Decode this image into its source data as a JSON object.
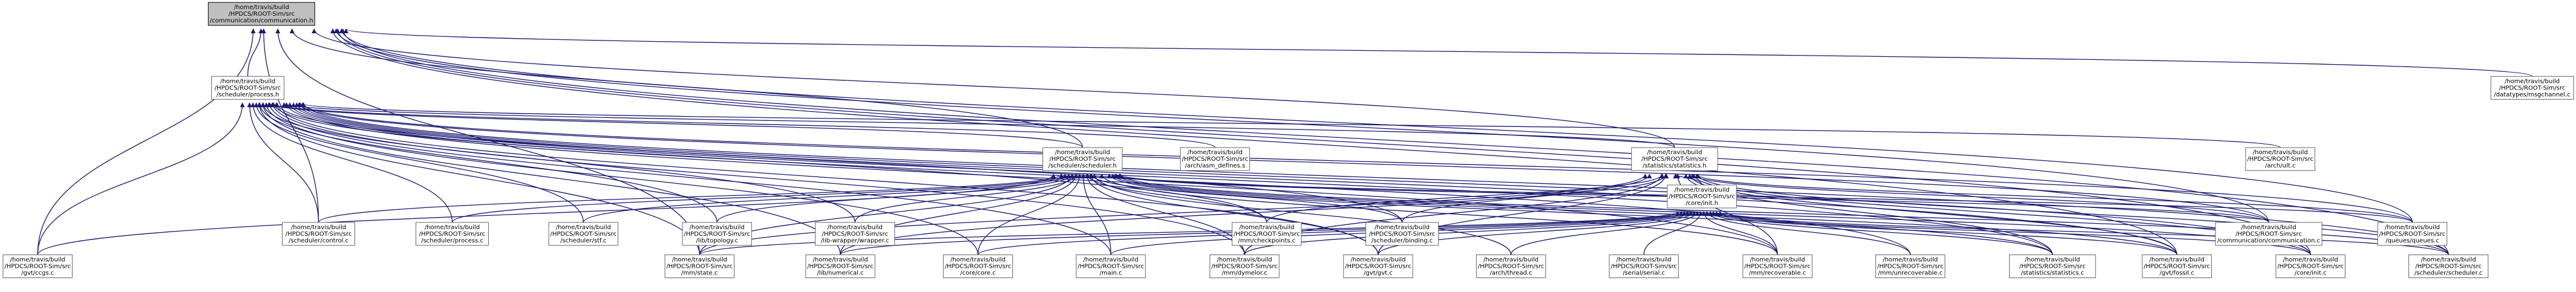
{
  "diagram": {
    "title": "",
    "edge_color": "#191970",
    "node_fill": "#ffffff",
    "root_fill": "#bfbfbf",
    "nodes": [
      {
        "id": "comm_h",
        "root": true,
        "lines": [
          "/home/travis/build",
          "/HPDCS/ROOT-Sim/src",
          "/communication/communication.h"
        ]
      },
      {
        "id": "process_h",
        "lines": [
          "/home/travis/build",
          "/HPDCS/ROOT-Sim/src",
          "/scheduler/process.h"
        ]
      },
      {
        "id": "msgchannel_c",
        "lines": [
          "/home/travis/build",
          "/HPDCS/ROOT-Sim/src",
          "/datatypes/msgchannel.c"
        ]
      },
      {
        "id": "scheduler_h",
        "lines": [
          "/home/travis/build",
          "/HPDCS/ROOT-Sim/src",
          "/scheduler/scheduler.h"
        ]
      },
      {
        "id": "arch_asm_defines",
        "lines": [
          "/home/travis/build",
          "/HPDCS/ROOT-Sim/src",
          "/arch/asm_defines.s"
        ]
      },
      {
        "id": "statistics_h",
        "lines": [
          "/home/travis/build",
          "/HPDCS/ROOT-Sim/src",
          "/statistics/statistics.h"
        ]
      },
      {
        "id": "ult_c",
        "lines": [
          "/home/travis/build",
          "/HPDCS/ROOT-Sim/src",
          "/arch/ult.c"
        ]
      },
      {
        "id": "control_c",
        "lines": [
          "/home/travis/build",
          "/HPDCS/ROOT-Sim/src",
          "/scheduler/control.c"
        ]
      },
      {
        "id": "process_c",
        "lines": [
          "/home/travis/build",
          "/HPDCS/ROOT-Sim/src",
          "/scheduler/process.c"
        ]
      },
      {
        "id": "stf_c",
        "lines": [
          "/home/travis/build",
          "/HPDCS/ROOT-Sim/src",
          "/scheduler/stf.c"
        ]
      },
      {
        "id": "topology_c",
        "lines": [
          "/home/travis/build",
          "/HPDCS/ROOT-Sim/src",
          "/lib/topology.c"
        ]
      },
      {
        "id": "wrapper_c",
        "lines": [
          "/home/travis/build",
          "/HPDCS/ROOT-Sim/src",
          "/lib-wrapper/wrapper.c"
        ]
      },
      {
        "id": "checkpoints_c",
        "lines": [
          "/home/travis/build",
          "/HPDCS/ROOT-Sim/src",
          "/mm/checkpoints.c"
        ]
      },
      {
        "id": "binding_c",
        "lines": [
          "/home/travis/build",
          "/HPDCS/ROOT-Sim/src",
          "/scheduler/binding.c"
        ]
      },
      {
        "id": "core_h",
        "lines": [
          "/home/travis/build",
          "/HPDCS/ROOT-Sim/src",
          "/core/init.h"
        ]
      },
      {
        "id": "communication_c",
        "lines": [
          "/home/travis/build",
          "/HPDCS/ROOT-Sim/src",
          "/communication/communication.c"
        ]
      },
      {
        "id": "queues_c",
        "lines": [
          "/home/travis/build",
          "/HPDCS/ROOT-Sim/src",
          "/queues/queues.c"
        ]
      },
      {
        "id": "ccgs_c",
        "lines": [
          "/home/travis/build",
          "/HPDCS/ROOT-Sim/src",
          "/gvt/ccgs.c"
        ]
      },
      {
        "id": "state_c",
        "lines": [
          "/home/travis/build",
          "/HPDCS/ROOT-Sim/src",
          "/mm/state.c"
        ]
      },
      {
        "id": "numerical_c",
        "lines": [
          "/home/travis/build",
          "/HPDCS/ROOT-Sim/src",
          "/lib/numerical.c"
        ]
      },
      {
        "id": "core_c",
        "lines": [
          "/home/travis/build",
          "/HPDCS/ROOT-Sim/src",
          "/core/core.c"
        ]
      },
      {
        "id": "main_c",
        "lines": [
          "/home/travis/build",
          "/HPDCS/ROOT-Sim/src",
          "/main.c"
        ]
      },
      {
        "id": "dymelor_c",
        "lines": [
          "/home/travis/build",
          "/HPDCS/ROOT-Sim/src",
          "/mm/dymelor.c"
        ]
      },
      {
        "id": "gvt_c",
        "lines": [
          "/home/travis/build",
          "/HPDCS/ROOT-Sim/src",
          "/gvt/gvt.c"
        ]
      },
      {
        "id": "thread_c",
        "lines": [
          "/home/travis/build",
          "/HPDCS/ROOT-Sim/src",
          "/arch/thread.c"
        ]
      },
      {
        "id": "serial_c",
        "lines": [
          "/home/travis/build",
          "/HPDCS/ROOT-Sim/src",
          "/serial/serial.c"
        ]
      },
      {
        "id": "recoverable_c",
        "lines": [
          "/home/travis/build",
          "/HPDCS/ROOT-Sim/src",
          "/mm/recoverable.c"
        ]
      },
      {
        "id": "unrecoverable_c",
        "lines": [
          "/home/travis/build",
          "/HPDCS/ROOT-Sim/src",
          "/mm/unrecoverable.c"
        ]
      },
      {
        "id": "statistics_c",
        "lines": [
          "/home/travis/build",
          "/HPDCS/ROOT-Sim/src",
          "/statistics/statistics.c"
        ]
      },
      {
        "id": "fossil_c",
        "lines": [
          "/home/travis/build",
          "/HPDCS/ROOT-Sim/src",
          "/gvt/fossil.c"
        ]
      },
      {
        "id": "init_c",
        "lines": [
          "/home/travis/build",
          "/HPDCS/ROOT-Sim/src",
          "/core/init.c"
        ]
      },
      {
        "id": "scheduler_c",
        "lines": [
          "/home/travis/build",
          "/HPDCS/ROOT-Sim/src",
          "/scheduler/scheduler.c"
        ]
      }
    ],
    "edges": [
      [
        "process_h",
        "comm_h"
      ],
      [
        "msgchannel_c",
        "comm_h"
      ],
      [
        "scheduler_h",
        "comm_h"
      ],
      [
        "statistics_h",
        "comm_h"
      ],
      [
        "ccgs_c",
        "comm_h"
      ],
      [
        "state_c",
        "comm_h"
      ],
      [
        "control_c",
        "comm_h"
      ],
      [
        "communication_c",
        "comm_h"
      ],
      [
        "queues_c",
        "comm_h"
      ],
      [
        "init_c",
        "comm_h"
      ],
      [
        "scheduler_c",
        "comm_h"
      ],
      [
        "fossil_c",
        "comm_h"
      ],
      [
        "scheduler_h",
        "process_h"
      ],
      [
        "arch_asm_defines",
        "process_h"
      ],
      [
        "statistics_h",
        "process_h"
      ],
      [
        "ult_c",
        "process_h"
      ],
      [
        "control_c",
        "process_h"
      ],
      [
        "process_c",
        "process_h"
      ],
      [
        "stf_c",
        "process_h"
      ],
      [
        "topology_c",
        "process_h"
      ],
      [
        "wrapper_c",
        "process_h"
      ],
      [
        "checkpoints_c",
        "process_h"
      ],
      [
        "binding_c",
        "process_h"
      ],
      [
        "communication_c",
        "process_h"
      ],
      [
        "queues_c",
        "process_h"
      ],
      [
        "ccgs_c",
        "process_h"
      ],
      [
        "state_c",
        "process_h"
      ],
      [
        "numerical_c",
        "process_h"
      ],
      [
        "core_c",
        "process_h"
      ],
      [
        "main_c",
        "process_h"
      ],
      [
        "dymelor_c",
        "process_h"
      ],
      [
        "gvt_c",
        "process_h"
      ],
      [
        "recoverable_c",
        "process_h"
      ],
      [
        "unrecoverable_c",
        "process_h"
      ],
      [
        "statistics_c",
        "process_h"
      ],
      [
        "fossil_c",
        "process_h"
      ],
      [
        "init_c",
        "process_h"
      ],
      [
        "scheduler_c",
        "process_h"
      ],
      [
        "control_c",
        "scheduler_h"
      ],
      [
        "process_c",
        "scheduler_h"
      ],
      [
        "stf_c",
        "scheduler_h"
      ],
      [
        "topology_c",
        "scheduler_h"
      ],
      [
        "wrapper_c",
        "scheduler_h"
      ],
      [
        "checkpoints_c",
        "scheduler_h"
      ],
      [
        "binding_c",
        "scheduler_h"
      ],
      [
        "communication_c",
        "scheduler_h"
      ],
      [
        "queues_c",
        "scheduler_h"
      ],
      [
        "ccgs_c",
        "scheduler_h"
      ],
      [
        "state_c",
        "scheduler_h"
      ],
      [
        "numerical_c",
        "scheduler_h"
      ],
      [
        "core_c",
        "scheduler_h"
      ],
      [
        "main_c",
        "scheduler_h"
      ],
      [
        "dymelor_c",
        "scheduler_h"
      ],
      [
        "gvt_c",
        "scheduler_h"
      ],
      [
        "thread_c",
        "scheduler_h"
      ],
      [
        "recoverable_c",
        "scheduler_h"
      ],
      [
        "statistics_c",
        "scheduler_h"
      ],
      [
        "fossil_c",
        "scheduler_h"
      ],
      [
        "init_c",
        "scheduler_h"
      ],
      [
        "scheduler_c",
        "scheduler_h"
      ],
      [
        "checkpoints_c",
        "statistics_h"
      ],
      [
        "binding_c",
        "statistics_h"
      ],
      [
        "core_h",
        "statistics_h"
      ],
      [
        "communication_c",
        "statistics_h"
      ],
      [
        "queues_c",
        "statistics_h"
      ],
      [
        "state_c",
        "statistics_h"
      ],
      [
        "numerical_c",
        "statistics_h"
      ],
      [
        "gvt_c",
        "statistics_h"
      ],
      [
        "recoverable_c",
        "statistics_h"
      ],
      [
        "statistics_c",
        "statistics_h"
      ],
      [
        "fossil_c",
        "statistics_h"
      ],
      [
        "init_c",
        "statistics_h"
      ],
      [
        "scheduler_c",
        "statistics_h"
      ],
      [
        "dymelor_c",
        "statistics_h"
      ],
      [
        "state_c",
        "core_h"
      ],
      [
        "numerical_c",
        "core_h"
      ],
      [
        "core_c",
        "core_h"
      ],
      [
        "main_c",
        "core_h"
      ],
      [
        "dymelor_c",
        "core_h"
      ],
      [
        "gvt_c",
        "core_h"
      ],
      [
        "thread_c",
        "core_h"
      ],
      [
        "serial_c",
        "core_h"
      ],
      [
        "recoverable_c",
        "core_h"
      ],
      [
        "unrecoverable_c",
        "core_h"
      ],
      [
        "statistics_c",
        "core_h"
      ],
      [
        "fossil_c",
        "core_h"
      ],
      [
        "init_c",
        "core_h"
      ],
      [
        "scheduler_c",
        "core_h"
      ]
    ]
  }
}
